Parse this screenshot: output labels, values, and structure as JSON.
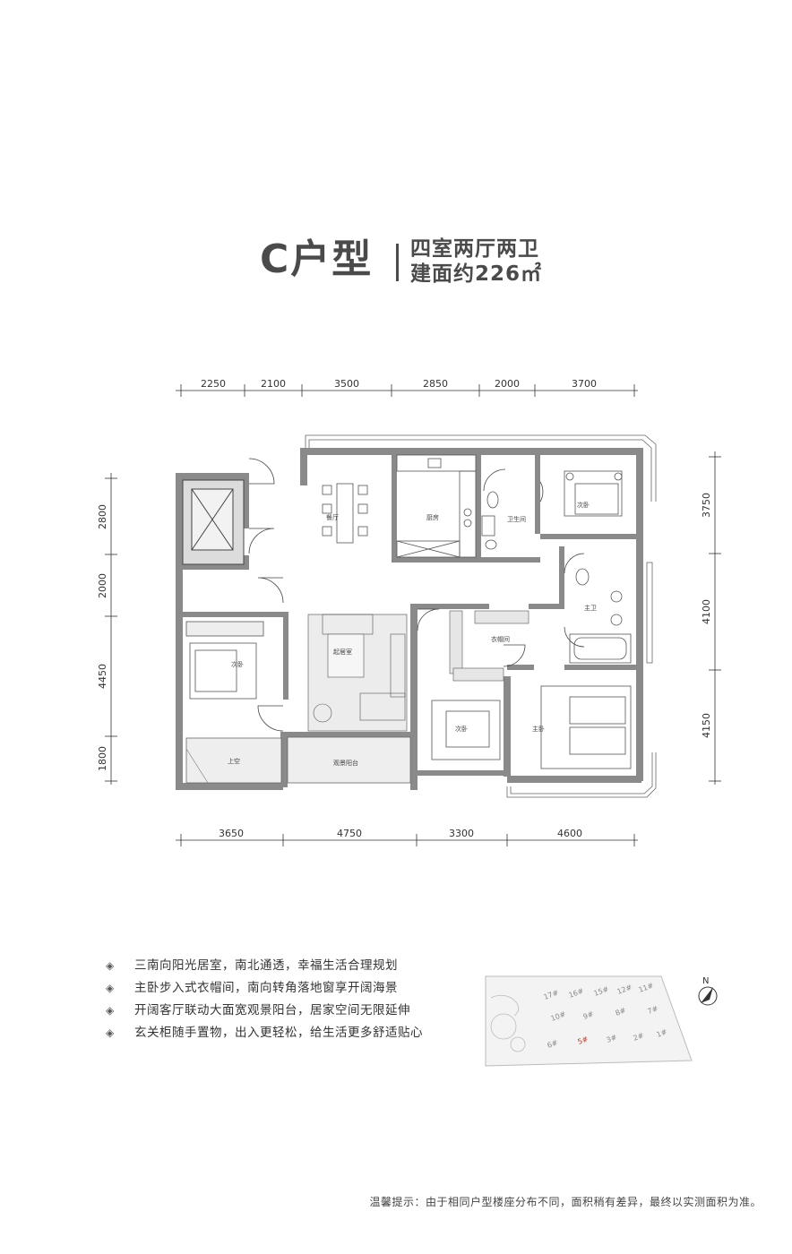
{
  "title": {
    "type_name": "C户型",
    "layout": "四室两厅两卫",
    "area": "建面约226㎡"
  },
  "dimensions": {
    "top": [
      "2250",
      "2100",
      "3500",
      "2850",
      "2000",
      "3700"
    ],
    "bottom": [
      "3650",
      "4750",
      "3300",
      "4600"
    ],
    "left": [
      "2800",
      "2000",
      "4450",
      "1800"
    ],
    "right": [
      "3750",
      "4100",
      "4150"
    ]
  },
  "rooms": {
    "dining": "餐厅",
    "kitchen": "厨房",
    "bathroom": "卫生间",
    "bedroom_ne": "次卧",
    "master_bath": "主卫",
    "living": "起居室",
    "walk_in_closet": "衣帽间",
    "bedroom_w": "次卧",
    "bedroom_mid": "次卧",
    "master_bedroom": "主卧",
    "upper_void": "上空",
    "view_balcony": "观景阳台"
  },
  "features": [
    "三南向阳光居室，南北通透，幸福生活合理规划",
    "主卧步入式衣帽间，南向转角落地窗享开阔海景",
    "开阔客厅联动大面宽观景阳台，居家空间无限延伸",
    "玄关柜随手置物，出入更轻松，给生活更多舒适贴心"
  ],
  "site_map": {
    "north_label": "N",
    "buildings": [
      "17#",
      "16#",
      "15#",
      "12#",
      "11#",
      "10#",
      "9#",
      "8#",
      "7#",
      "6#",
      "5#",
      "3#",
      "2#",
      "1#"
    ],
    "highlight_building": "5#",
    "highlight_color": "#c0392b"
  },
  "footer_note": "温馨提示：由于相同户型楼座分布不同，面积稍有差异，最终以实测面积为准。"
}
